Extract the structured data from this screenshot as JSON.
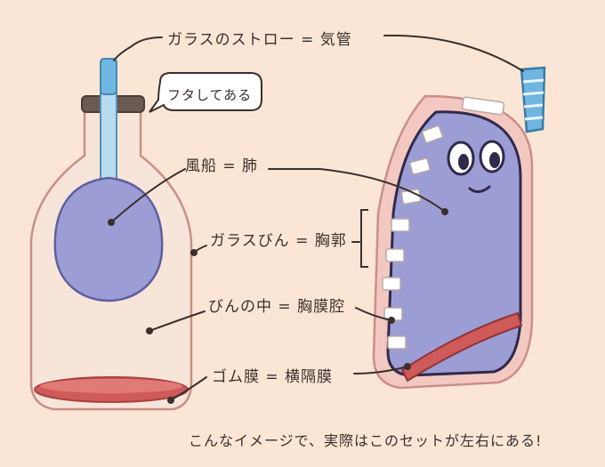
{
  "labels": {
    "straw": "ガラスのストロー = 気管",
    "lid": "フタしてある",
    "balloon": "風船 = 肺",
    "bottle": "ガラスびん = 胸郭",
    "inside": "びんの中 = 胸膜腔",
    "rubber": "ゴム膜 = 横隔膜",
    "caption": "こんなイメージで、実際はこのセットが左右にある!"
  },
  "colors": {
    "background": "#fbe6d6",
    "lung": "#9d9dd6",
    "bottle_outline": "#c98f86",
    "membrane": "#cf5a5a",
    "trachea": "#6fb6e0",
    "lid": "#6b5a52",
    "ink": "#3b2f2b"
  }
}
